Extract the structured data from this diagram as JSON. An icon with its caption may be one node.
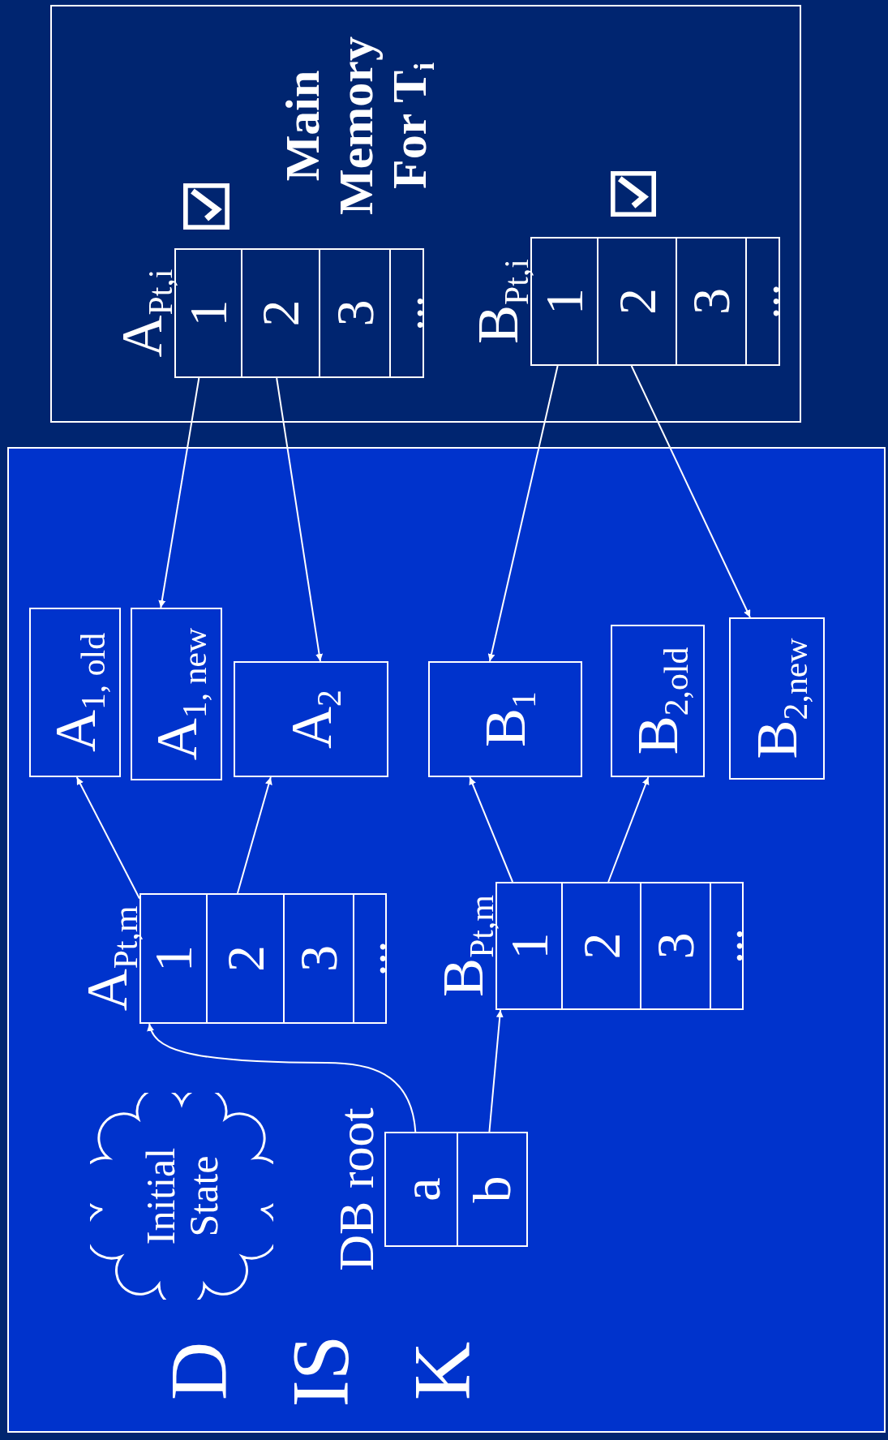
{
  "diagram": {
    "nodes": [
      {
        "text": [
          "DISK"
        ]
      },
      {
        "text": [
          "Initial State"
        ],
        "in": 0
      },
      {
        "text": [
          "DB root"
        ],
        "in": 0
      },
      {
        "text": [
          "a"
        ],
        "in": 2
      },
      {
        "text": [
          "b"
        ],
        "in": 2
      },
      {
        "text": [
          "A$_{Pt,m}$"
        ],
        "in": 0
      },
      {
        "text": [
          "1"
        ],
        "in": 5
      },
      {
        "text": [
          "2"
        ],
        "in": 5
      },
      {
        "text": [
          "3"
        ],
        "in": 5
      },
      {
        "text": [
          "..."
        ],
        "in": 5
      },
      {
        "text": [
          "B$_{Pt,m}$"
        ],
        "in": 0
      },
      {
        "text": [
          "1"
        ],
        "in": 10
      },
      {
        "text": [
          "2"
        ],
        "in": 10
      },
      {
        "text": [
          "3"
        ],
        "in": 10
      },
      {
        "text": [
          "..."
        ],
        "in": 10
      },
      {
        "text": [
          "A$_{1, old}$"
        ],
        "in": 0
      },
      {
        "text": [
          "A$_{1, new}$"
        ],
        "in": 0
      },
      {
        "text": [
          "A$_{2}$"
        ],
        "in": 0
      },
      {
        "text": [
          "B$_{1}$"
        ],
        "in": 0
      },
      {
        "text": [
          "B$_{2,old}$"
        ],
        "in": 0
      },
      {
        "text": [
          "B$_{2,new}$"
        ],
        "in": 0
      },
      {
        "text": [
          "Main Memory For T$_{i}$"
        ]
      },
      {
        "text": [
          "A$_{Pt,i}$"
        ],
        "in": 21
      },
      {
        "text": [
          "1"
        ],
        "in": 22
      },
      {
        "text": [
          "2"
        ],
        "in": 22
      },
      {
        "text": [
          "3"
        ],
        "in": 22
      },
      {
        "text": [
          "..."
        ],
        "in": 22
      },
      {
        "text": [
          "B$_{Pt,i}$"
        ],
        "in": 21
      },
      {
        "text": [
          "1"
        ],
        "in": 27
      },
      {
        "text": [
          "2"
        ],
        "in": 27
      },
      {
        "text": [
          "3"
        ],
        "in": 27
      },
      {
        "text": [
          "..."
        ],
        "in": 27
      }
    ],
    "edges": [
      {
        "from": 23,
        "to": 16,
        "arrow": "to"
      },
      {
        "from": 24,
        "to": 17,
        "arrow": "to"
      },
      {
        "from": 28,
        "to": 18,
        "arrow": "to"
      },
      {
        "from": 29,
        "to": 20,
        "arrow": "to"
      },
      {
        "from": 6,
        "to": 15,
        "arrow": "to"
      },
      {
        "from": 7,
        "to": 17,
        "arrow": "to"
      },
      {
        "from": 11,
        "to": 18,
        "arrow": "to"
      },
      {
        "from": 12,
        "to": 19,
        "arrow": "to"
      },
      {
        "from": 3,
        "to": 5,
        "arrow": "to"
      },
      {
        "from": 4,
        "to": 10,
        "arrow": "to"
      }
    ]
  }
}
